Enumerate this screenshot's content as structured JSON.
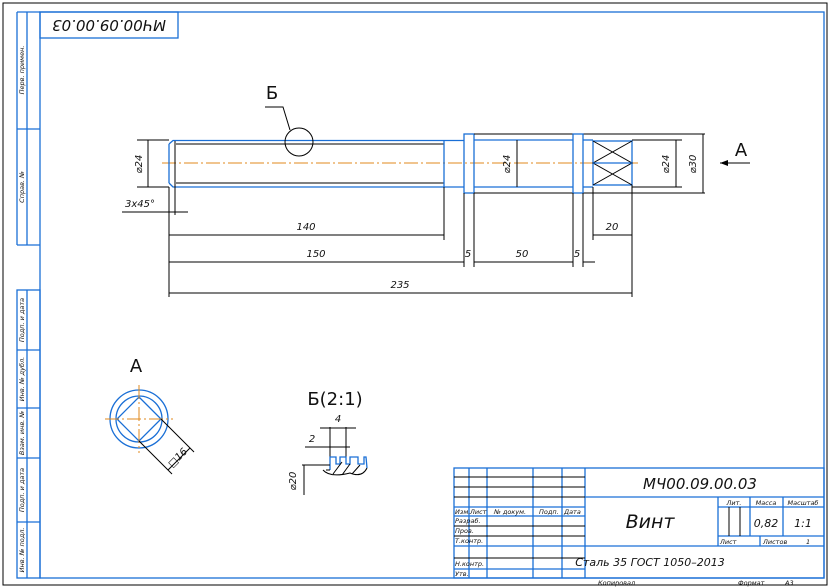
{
  "drawing": {
    "stamp_rotated": "МЧ00.09.00.03",
    "left_strip": [
      "Перв. примен.",
      "Справ. №",
      "Подп. и дата",
      "Инв. № дубл.",
      "Взам. инв. №",
      "Подп. и дата",
      "Инв. № подл."
    ],
    "views": {
      "detail_callout": "Б",
      "view_arrow": "А",
      "view_a_title": "А",
      "detail_title": "Б(2:1)"
    },
    "dimensions": {
      "d_left": "⌀24",
      "chamfer": "3х45°",
      "len_140": "140",
      "len_150": "150",
      "len_5a": "5",
      "len_50": "50",
      "len_5b": "5",
      "len_235": "235",
      "len_20": "20",
      "d_mid": "⌀24",
      "d_right": "⌀24",
      "d_collar": "⌀30",
      "square": "□16",
      "thread_pitch": "4",
      "thread_depth": "2",
      "thread_d": "⌀20"
    }
  },
  "title_block": {
    "designation": "МЧ00.09.00.03",
    "name": "Винт",
    "material": "Сталь 35 ГОСТ 1050–2013",
    "headers": [
      "Изм.",
      "Лист",
      "№ докум.",
      "Подп.",
      "Дата"
    ],
    "roles": [
      "Разраб.",
      "Пров.",
      "Т.контр.",
      "Н.контр.",
      "Утв."
    ],
    "lit_label": "Лит.",
    "mass_label": "Масса",
    "scale_label": "Масштаб",
    "mass": "0,82",
    "scale": "1:1",
    "sheet_label": "Лист",
    "sheets_label": "Листов",
    "sheets": "1",
    "copied": "Копировал",
    "format_label": "Формат",
    "format": "А3"
  }
}
